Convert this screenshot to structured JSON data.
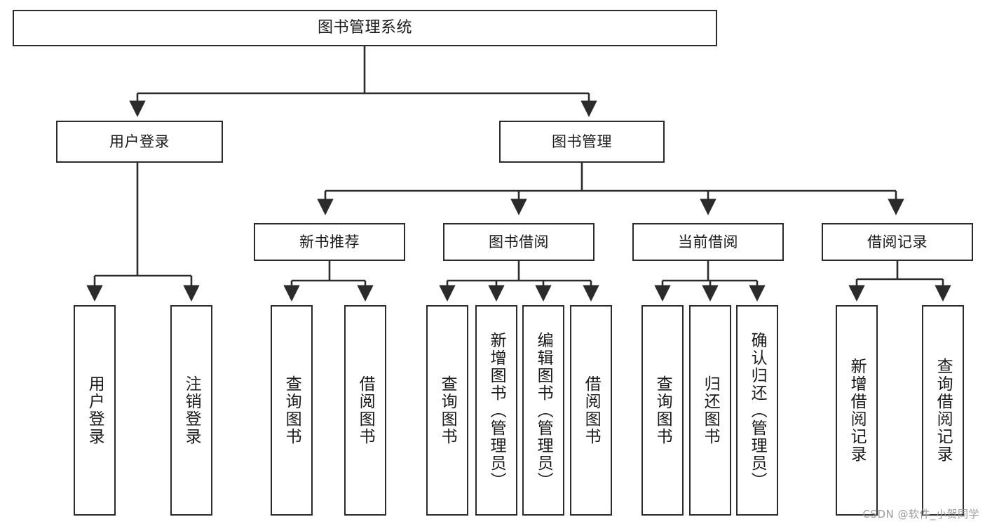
{
  "diagram": {
    "type": "tree",
    "title": "图书管理系统",
    "watermark": "CSDN @软件_小贺同学",
    "colors": {
      "stroke": "#2b2b2b",
      "fill": "#ffffff",
      "text": "#1a1a1a",
      "watermark": "#9a9a9a"
    },
    "levels": [
      {
        "level": 0,
        "nodes": [
          {
            "id": "root",
            "label": "图书管理系统",
            "orientation": "horizontal"
          }
        ]
      },
      {
        "level": 1,
        "nodes": [
          {
            "id": "login",
            "label": "用户登录",
            "orientation": "horizontal",
            "parent": "root"
          },
          {
            "id": "bookmgmt",
            "label": "图书管理",
            "orientation": "horizontal",
            "parent": "root"
          }
        ]
      },
      {
        "level": 2,
        "nodes": [
          {
            "id": "newbook",
            "label": "新书推荐",
            "orientation": "horizontal",
            "parent": "bookmgmt"
          },
          {
            "id": "borrow",
            "label": "图书借阅",
            "orientation": "horizontal",
            "parent": "bookmgmt"
          },
          {
            "id": "current",
            "label": "当前借阅",
            "orientation": "horizontal",
            "parent": "bookmgmt"
          },
          {
            "id": "records",
            "label": "借阅记录",
            "orientation": "horizontal",
            "parent": "bookmgmt"
          }
        ]
      },
      {
        "level": 3,
        "nodes": [
          {
            "id": "leaf1",
            "label": "用户登录",
            "orientation": "vertical",
            "parent": "login"
          },
          {
            "id": "leaf2",
            "label": "注销登录",
            "orientation": "vertical",
            "parent": "login"
          },
          {
            "id": "leaf3",
            "label": "查询图书",
            "orientation": "vertical",
            "parent": "newbook"
          },
          {
            "id": "leaf4",
            "label": "借阅图书",
            "orientation": "vertical",
            "parent": "newbook"
          },
          {
            "id": "leaf5",
            "label": "查询图书",
            "orientation": "vertical",
            "parent": "borrow"
          },
          {
            "id": "leaf6",
            "label": "新增图书（管理员）",
            "orientation": "vertical",
            "parent": "borrow"
          },
          {
            "id": "leaf7",
            "label": "编辑图书（管理员）",
            "orientation": "vertical",
            "parent": "borrow"
          },
          {
            "id": "leaf8",
            "label": "借阅图书",
            "orientation": "vertical",
            "parent": "borrow"
          },
          {
            "id": "leaf9",
            "label": "查询图书",
            "orientation": "vertical",
            "parent": "current"
          },
          {
            "id": "leaf10",
            "label": "归还图书",
            "orientation": "vertical",
            "parent": "current"
          },
          {
            "id": "leaf11",
            "label": "确认归还（管理员）",
            "orientation": "vertical",
            "parent": "current"
          },
          {
            "id": "leaf12",
            "label": "新增借阅记录",
            "orientation": "vertical",
            "parent": "records"
          },
          {
            "id": "leaf13",
            "label": "查询借阅记录",
            "orientation": "vertical",
            "parent": "records"
          }
        ]
      }
    ]
  }
}
